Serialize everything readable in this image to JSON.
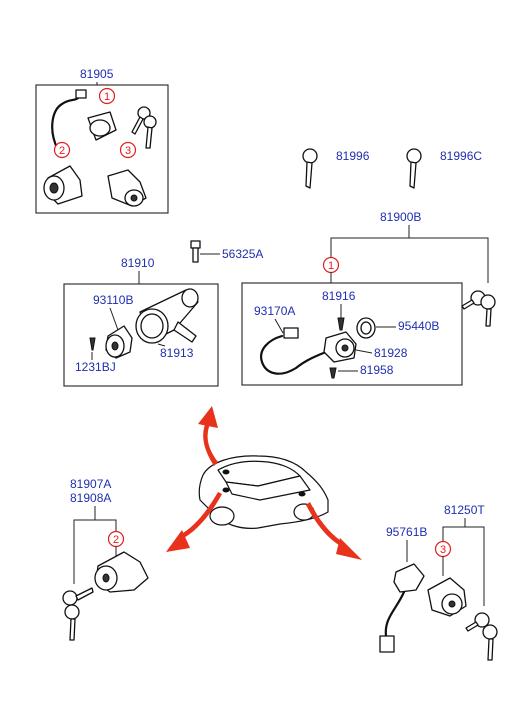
{
  "colors": {
    "part_number": "#1f2fb0",
    "callout": "#e02020",
    "arrow": "#e8321c",
    "line": "#222222"
  },
  "part_numbers": {
    "kit_top": "81905",
    "key_a": "81996",
    "key_b": "81996C",
    "set_right": "81900B",
    "bolt": "56325A",
    "cyl_assy": "81910",
    "cyl_body": "93110B",
    "cyl_housing": "81913",
    "screw": "1231BJ",
    "switch": "93170A",
    "lock_916": "81916",
    "bezel": "95440B",
    "lock_928": "81928",
    "screw_958": "81958",
    "door_a": "81907A",
    "door_b": "81908A",
    "trunk": "81250T",
    "harness": "95761B"
  },
  "callouts": {
    "c1_kit": "1",
    "c2_kit": "2",
    "c3_kit": "3",
    "c1_set": "1",
    "c2_door": "2",
    "c3_trunk": "3"
  }
}
